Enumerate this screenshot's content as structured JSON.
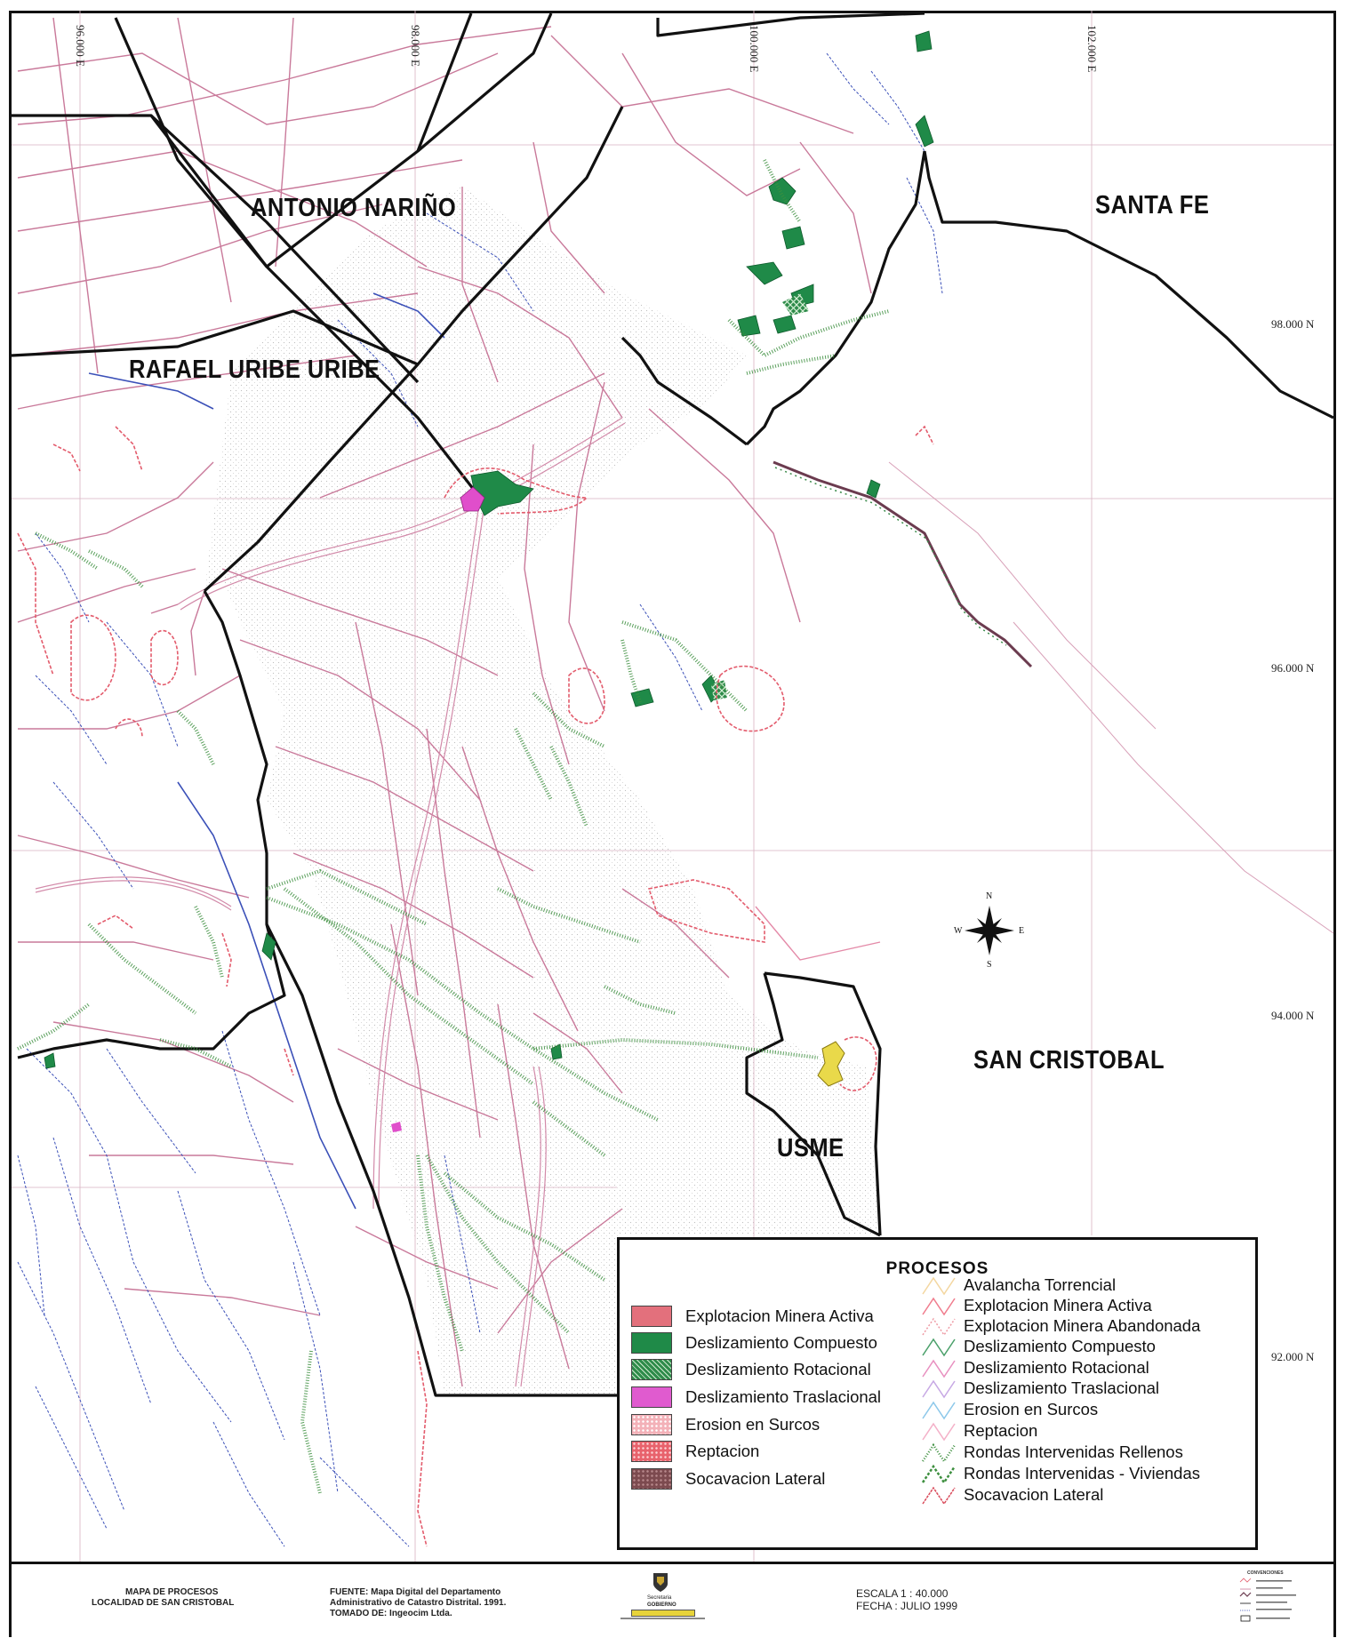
{
  "map": {
    "districts": [
      {
        "key": "antonio",
        "name": "ANTONIO NARIÑO"
      },
      {
        "key": "santafe",
        "name": "SANTA FE"
      },
      {
        "key": "rafael",
        "name": "RAFAEL URIBE URIBE"
      },
      {
        "key": "sancristobal",
        "name": "SAN CRISTOBAL"
      },
      {
        "key": "usme",
        "name": "USME"
      }
    ],
    "grid_labels_x": [
      "96.000 E",
      "98.000 E",
      "100.000 E",
      "102.000 E"
    ],
    "grid_labels_y": [
      "98.000 N",
      "96.000 N",
      "94.000 N",
      "92.000 N"
    ],
    "compass": {
      "n": "N",
      "s": "S",
      "e": "E",
      "w": "W"
    },
    "colors": {
      "locality_boundary": "#111111",
      "roads": "#c9799a",
      "drainage": "#3b50b8",
      "river": "#6b3b4f",
      "mining_active": "#e57f8c",
      "landslide_compound": "#1f8a48",
      "landslide_translational": "#e04ecb",
      "avalanche_fill": "#e9d94a"
    }
  },
  "legend": {
    "title": "PROCESOS",
    "fills": [
      {
        "label": "Explotacion Minera Activa",
        "color": "#e3707c",
        "pattern": "solid"
      },
      {
        "label": "Deslizamiento Compuesto",
        "color": "#1f8a48",
        "pattern": "solid"
      },
      {
        "label": "Deslizamiento Rotacional",
        "color": "#2e8b4a",
        "pattern": "hatch"
      },
      {
        "label": "Deslizamiento Traslacional",
        "color": "#e05bcf",
        "pattern": "solid"
      },
      {
        "label": "Erosion en Surcos",
        "color": "#f3b1b8",
        "pattern": "dots"
      },
      {
        "label": "Reptacion",
        "color": "#e8626c",
        "pattern": "dots"
      },
      {
        "label": "Socavacion Lateral",
        "color": "#7c4a4f",
        "pattern": "dots"
      }
    ],
    "lines": [
      {
        "label": "Avalancha Torrencial",
        "color": "#f4d7a0"
      },
      {
        "label": "Explotacion Minera Activa",
        "color": "#f07c8d"
      },
      {
        "label": "Explotacion Minera Abandonada",
        "color": "#ee9aa4"
      },
      {
        "label": "Deslizamiento Compuesto",
        "color": "#4aa06a"
      },
      {
        "label": "Deslizamiento Rotacional",
        "color": "#e890c0"
      },
      {
        "label": "Deslizamiento Traslacional",
        "color": "#c7a8e4"
      },
      {
        "label": "Erosion en Surcos",
        "color": "#8cc8ea"
      },
      {
        "label": "Reptacion",
        "color": "#f4b0c8"
      },
      {
        "label": "Rondas Intervenidas Rellenos",
        "color": "#3d8f3f"
      },
      {
        "label": "Rondas Intervenidas - Viviendas",
        "color": "#3d8f3f"
      },
      {
        "label": "Socavacion Lateral",
        "color": "#d94a5a"
      }
    ]
  },
  "footer": {
    "title_line1": "MAPA DE PROCESOS",
    "title_line2": "LOCALIDAD DE SAN CRISTOBAL",
    "source_line1": "FUENTE: Mapa Digital del Departamento",
    "source_line2": "Administrativo de Catastro Distrital. 1991.",
    "source_line3": "TOMADO DE: Ingeocim Ltda.",
    "org_line1": "Secretaria",
    "org_line2": "GOBIERNO",
    "scale": "ESCALA 1 : 40.000",
    "date": "FECHA : JULIO 1999",
    "conventions_title": "CONVENCIONES"
  }
}
